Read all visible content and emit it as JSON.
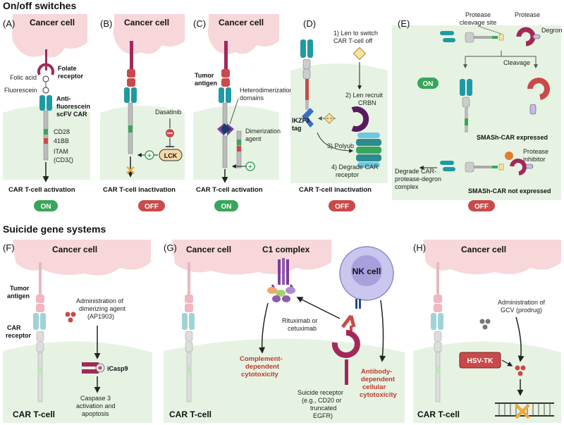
{
  "sections": {
    "switches": "On/off switches",
    "suicide": "Suicide gene systems"
  },
  "panels": {
    "A": {
      "letter": "(A)",
      "cancer_cell": "Cancer cell",
      "folic_acid": "Folic acid",
      "folate_receptor_1": "Folate",
      "folate_receptor_2": "receptor",
      "fluorescein": "Fluorescein",
      "anti_fluor_1": "Anti-",
      "anti_fluor_2": "fluorescein",
      "anti_fluor_3": "scFV CAR",
      "cd28": "CD28",
      "bb41": "41BB",
      "itam_1": "ITAM",
      "itam_2": "(CD3ζ)",
      "outcome": "CAR T-cell activation",
      "state": "ON"
    },
    "B": {
      "letter": "(B)",
      "cancer_cell": "Cancer cell",
      "dasatinib": "Dasatinib",
      "lck": "LCK",
      "outcome": "CAR T-cell inactivation",
      "state": "OFF"
    },
    "C": {
      "letter": "(C)",
      "cancer_cell": "Cancer cell",
      "tumor_antigen_1": "Tumor",
      "tumor_antigen_2": "antigen",
      "hetero_1": "Heterodimerization",
      "hetero_2": "domains",
      "dimer_agent_1": "Dimerization",
      "dimer_agent_2": "agent",
      "outcome": "CAR T-cell activation",
      "state": "ON"
    },
    "D": {
      "letter": "(D)",
      "step1_1": "1) Len to switch",
      "step1_2": "CAR T-cell off",
      "step2_1": "2) Len recruit",
      "step2_2": "CRBN",
      "ikzf3_1": "IKZF3",
      "ikzf3_2": "tag",
      "step3": "3) Polyub",
      "step4_1": "4) Degrade CAR",
      "step4_2": "receptor",
      "outcome": "CAR T-cell inactivation",
      "state": "OFF"
    },
    "E": {
      "letter": "(E)",
      "protease_site_1": "Protease",
      "protease_site_2": "cleavage site",
      "protease": "Protease",
      "degron": "Degron",
      "cleavage": "Cleavage",
      "on_badge": "ON",
      "expressed": "SMASh-CAR expressed",
      "inhibitor_1": "Protease",
      "inhibitor_2": "inhibitor",
      "degrade_1": "Degrade CAR-",
      "degrade_2": "protease-degron",
      "degrade_3": "complex",
      "not_expressed": "SMASh-CAR not expressed",
      "off_badge": "OFF"
    },
    "F": {
      "letter": "(F)",
      "cancer_cell": "Cancer cell",
      "tumor_antigen_1": "Tumor",
      "tumor_antigen_2": "antigen",
      "car_receptor_1": "CAR",
      "car_receptor_2": "receptor",
      "admin_1": "Administration of",
      "admin_2": "dimerizing agent",
      "admin_3": "(AP1903)",
      "icasp9": "iCasp9",
      "caspase_1": "Caspase 3",
      "caspase_2": "activation and",
      "caspase_3": "apoptosis",
      "car_t": "CAR T-cell"
    },
    "G": {
      "letter": "(G)",
      "cancer_cell": "Cancer cell",
      "c1": "C1 complex",
      "nk": "NK cell",
      "rituximab_1": "Rituximab or",
      "rituximab_2": "cetuximab",
      "cdc_1": "Complement-",
      "cdc_2": "dependent",
      "cdc_3": "cytotoxicity",
      "adcc_1": "Antibody-",
      "adcc_2": "dependent",
      "adcc_3": "cellular",
      "adcc_4": "cytotoxicity",
      "suicide_1": "Suicide receptor",
      "suicide_2": "(e.g., CD20 or",
      "suicide_3": "truncated",
      "suicide_4": "EGFR)",
      "car_t": "CAR T-cell"
    },
    "H": {
      "letter": "(H)",
      "cancer_cell": "Cancer cell",
      "admin_1": "Administration of",
      "admin_2": "GCV (prodrug)",
      "hsvtk": "HSV-TK",
      "car_t": "CAR T-cell"
    }
  },
  "colors": {
    "cancer_pink": "#f7d7d9",
    "tcell_green": "#e6f3e3",
    "teal": "#1e9aa3",
    "on_green": "#3aa55a",
    "off_red": "#c94a4a",
    "maroon": "#a3285a",
    "purple": "#7d3f9c"
  }
}
